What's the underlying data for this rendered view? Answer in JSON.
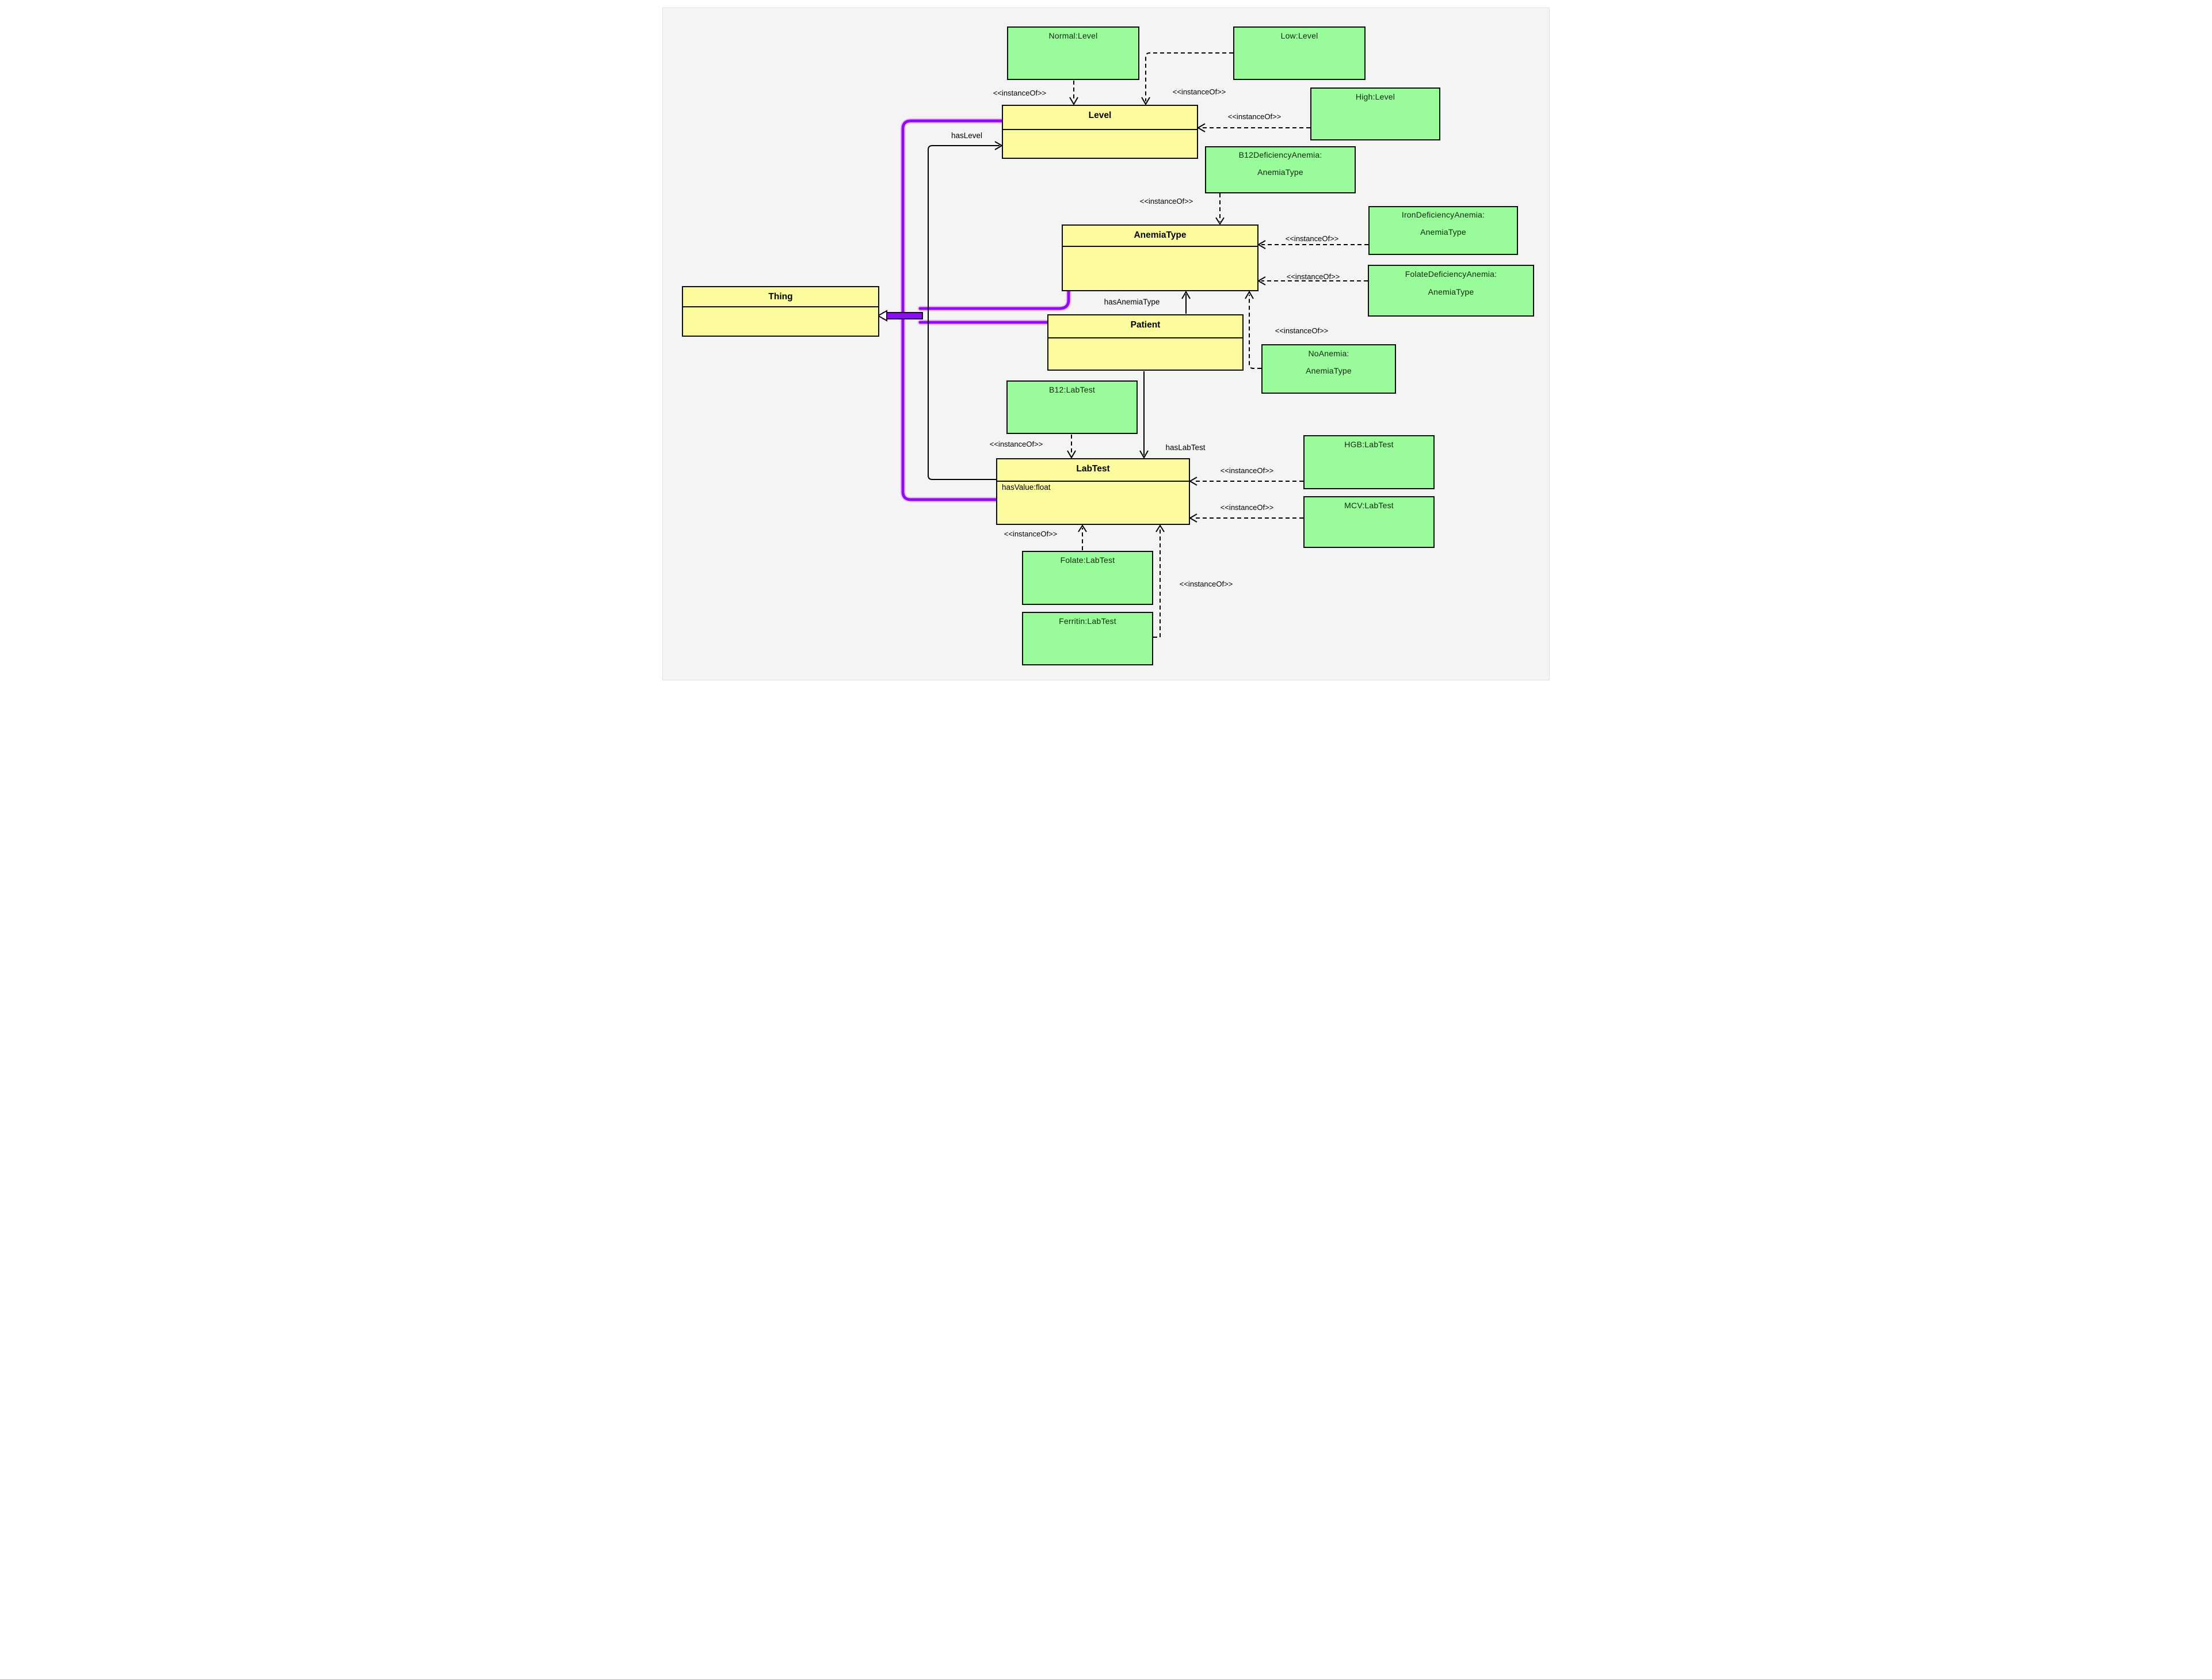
{
  "diagram_type": "ontology-class-instance-diagram",
  "colors": {
    "background": "#f4f4f4",
    "class_fill": "#fbfb9d",
    "instance_fill": "#9afb9a",
    "border": "#0d0d0d",
    "subclass_edge": "#8a10ee",
    "subclass_halo": "#f6b6f6",
    "edge_black": "#000000"
  },
  "boxes": {
    "thing": {
      "title": "Thing"
    },
    "level": {
      "title": "Level"
    },
    "anemia_type": {
      "title": "AnemiaType"
    },
    "patient": {
      "title": "Patient"
    },
    "lab_test": {
      "title": "LabTest",
      "attribute": "hasValue:float"
    },
    "normal": {
      "line1": "Normal:Level"
    },
    "low": {
      "line1": "Low:Level"
    },
    "high": {
      "line1": "High:Level"
    },
    "b12_deficiency": {
      "line1": "B12DeficiencyAnemia:",
      "line2": "AnemiaType"
    },
    "iron_deficiency": {
      "line1": "IronDeficiencyAnemia:",
      "line2": "AnemiaType"
    },
    "folate_deficiency": {
      "line1": "FolateDeficiencyAnemia:",
      "line2": "AnemiaType"
    },
    "no_anemia": {
      "line1": "NoAnemia:",
      "line2": "AnemiaType"
    },
    "b12": {
      "line1": "B12:LabTest"
    },
    "hgb": {
      "line1": "HGB:LabTest"
    },
    "mcv": {
      "line1": "MCV:LabTest"
    },
    "folate": {
      "line1": "Folate:LabTest"
    },
    "ferritin": {
      "line1": "Ferritin:LabTest"
    }
  },
  "labels": {
    "instance_of": "<<instanceOf>>",
    "has_level": "hasLevel",
    "has_anemia_type": "hasAnemiaType",
    "has_lab_test": "hasLabTest"
  },
  "relations": [
    {
      "type": "subclassOf",
      "from": "Level",
      "to": "Thing"
    },
    {
      "type": "subclassOf",
      "from": "AnemiaType",
      "to": "Thing"
    },
    {
      "type": "subclassOf",
      "from": "Patient",
      "to": "Thing"
    },
    {
      "type": "subclassOf",
      "from": "LabTest",
      "to": "Thing"
    },
    {
      "type": "instanceOf",
      "from": "Normal:Level",
      "to": "Level"
    },
    {
      "type": "instanceOf",
      "from": "Low:Level",
      "to": "Level"
    },
    {
      "type": "instanceOf",
      "from": "High:Level",
      "to": "Level"
    },
    {
      "type": "instanceOf",
      "from": "B12DeficiencyAnemia:AnemiaType",
      "to": "AnemiaType"
    },
    {
      "type": "instanceOf",
      "from": "IronDeficiencyAnemia:AnemiaType",
      "to": "AnemiaType"
    },
    {
      "type": "instanceOf",
      "from": "FolateDeficiencyAnemia:AnemiaType",
      "to": "AnemiaType"
    },
    {
      "type": "instanceOf",
      "from": "NoAnemia:AnemiaType",
      "to": "AnemiaType"
    },
    {
      "type": "instanceOf",
      "from": "B12:LabTest",
      "to": "LabTest"
    },
    {
      "type": "instanceOf",
      "from": "HGB:LabTest",
      "to": "LabTest"
    },
    {
      "type": "instanceOf",
      "from": "MCV:LabTest",
      "to": "LabTest"
    },
    {
      "type": "instanceOf",
      "from": "Folate:LabTest",
      "to": "LabTest"
    },
    {
      "type": "instanceOf",
      "from": "Ferritin:LabTest",
      "to": "LabTest"
    },
    {
      "type": "property",
      "label": "hasLevel",
      "from": "LabTest",
      "to": "Level"
    },
    {
      "type": "property",
      "label": "hasAnemiaType",
      "from": "Patient",
      "to": "AnemiaType"
    },
    {
      "type": "property",
      "label": "hasLabTest",
      "from": "Patient",
      "to": "LabTest"
    }
  ]
}
